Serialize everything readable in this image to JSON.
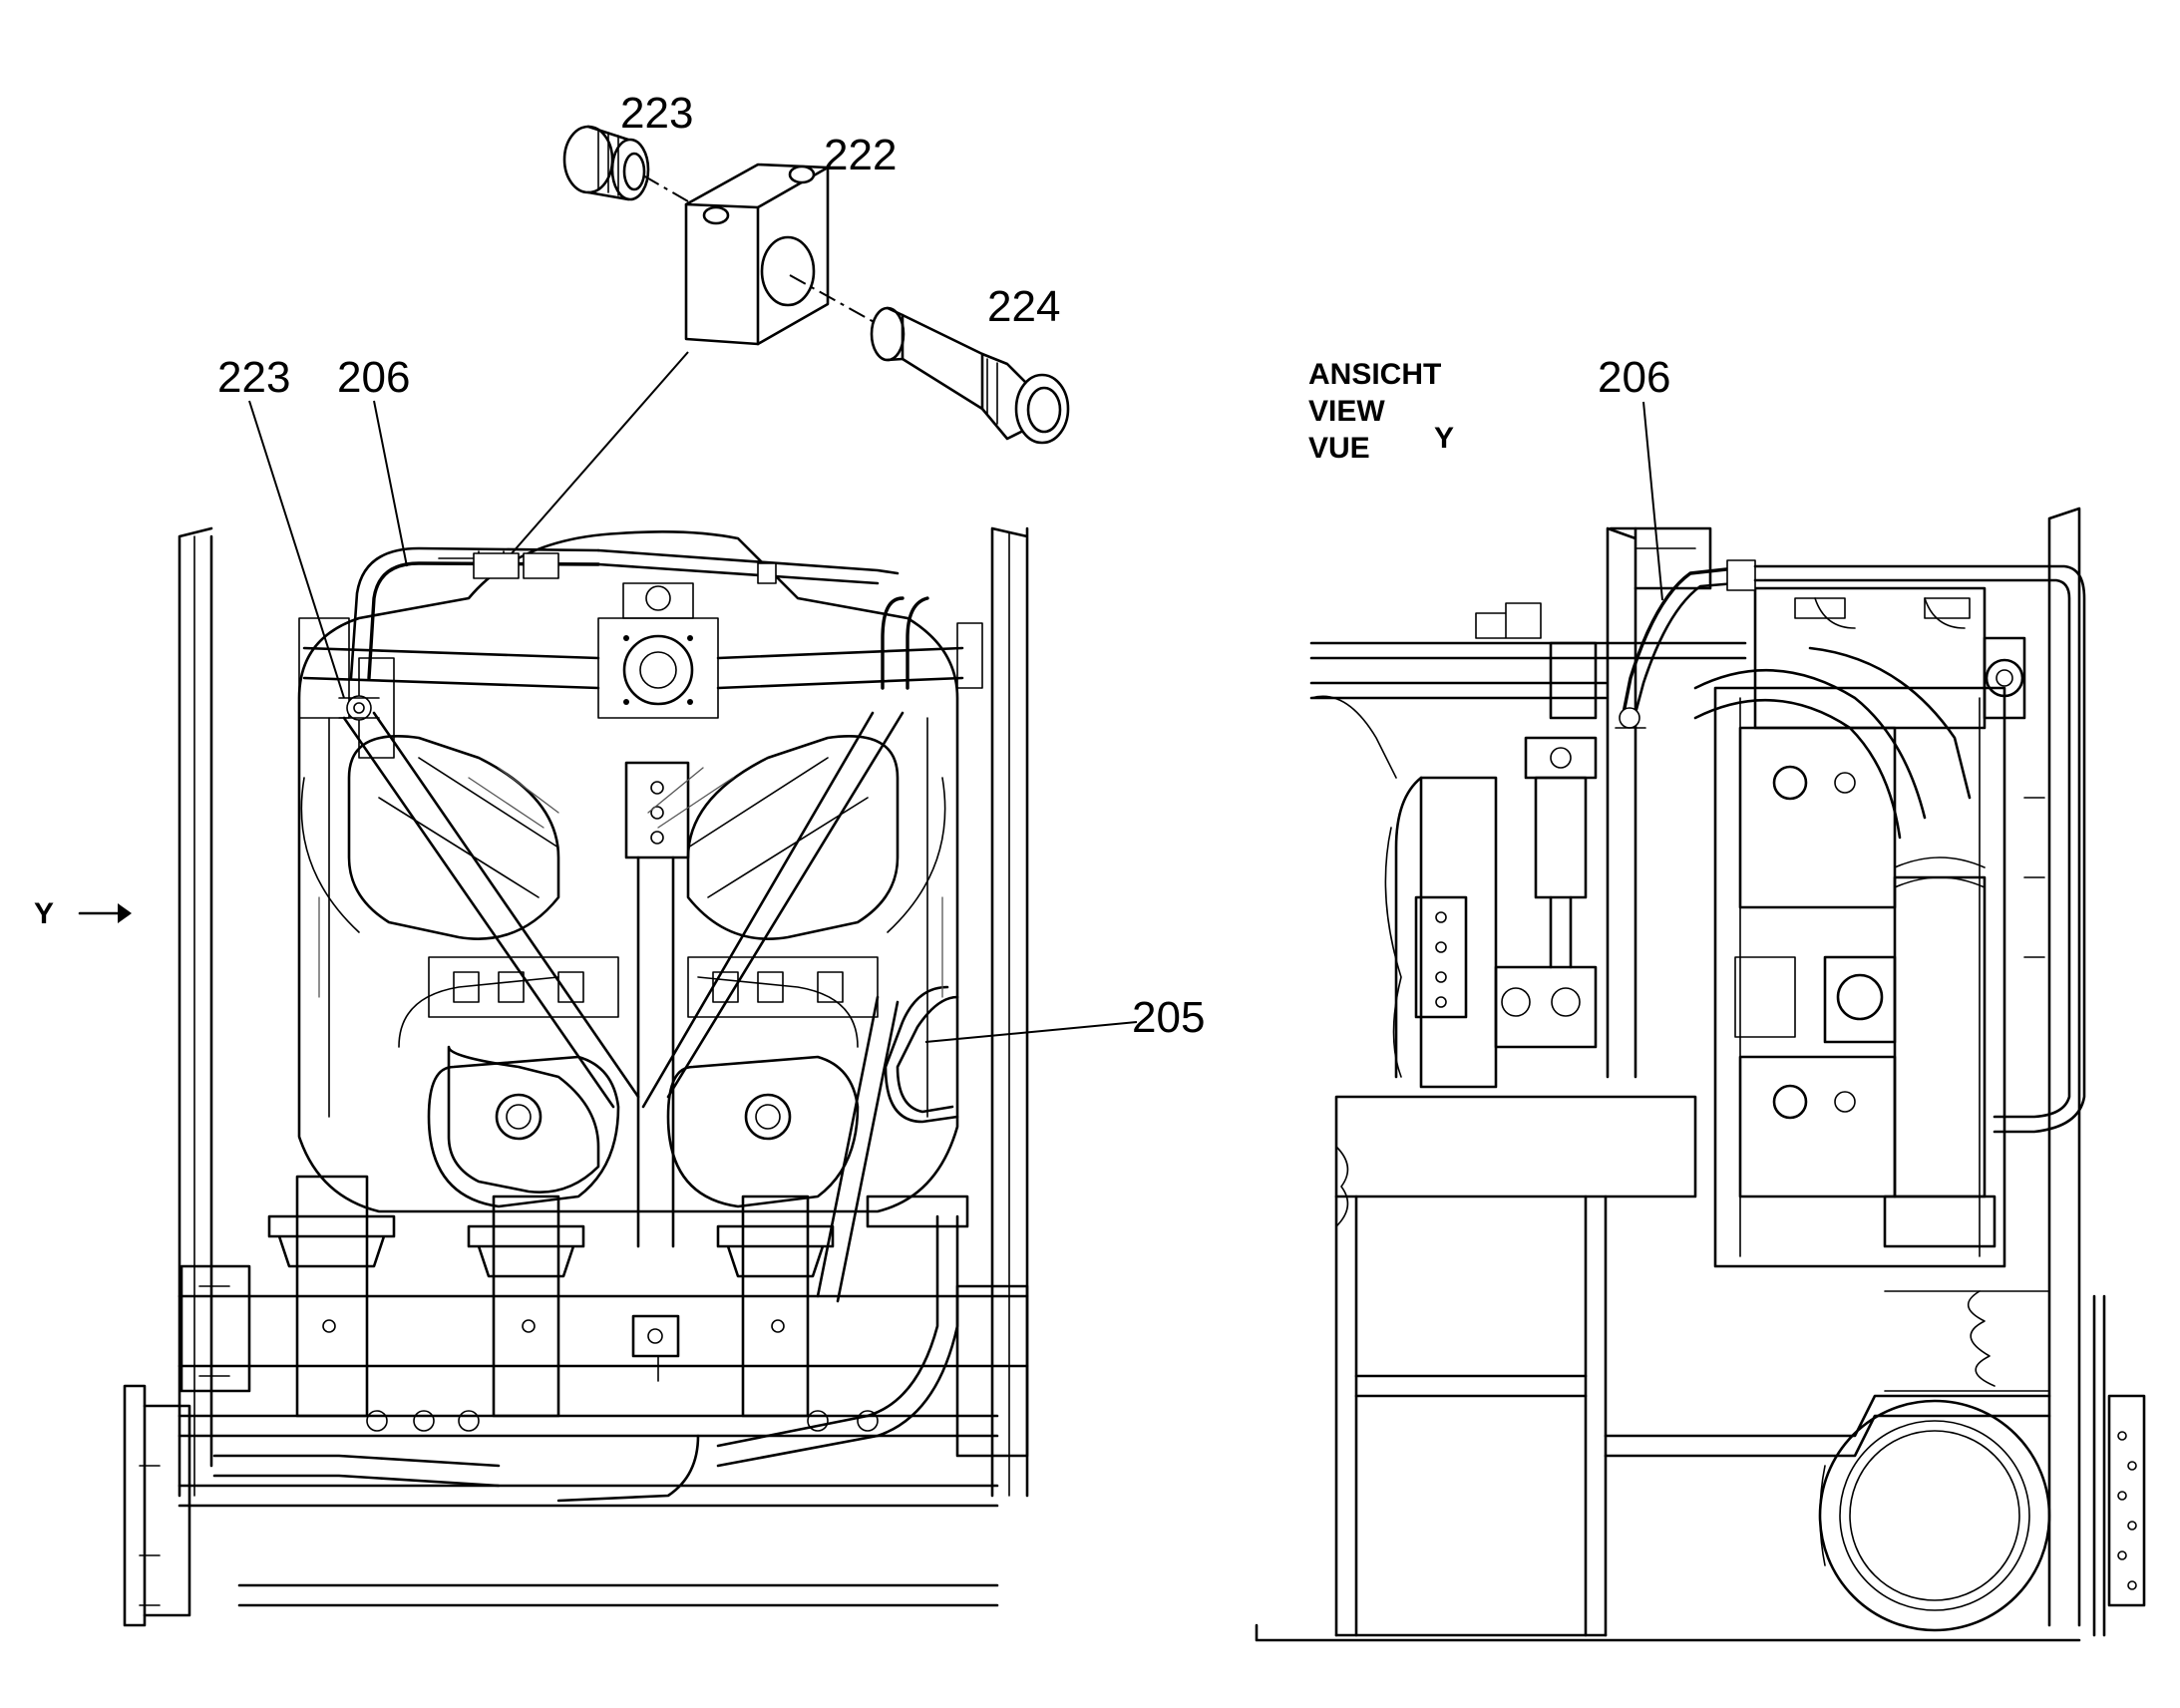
{
  "view_label": {
    "line1": "ANSICHT",
    "line2": "VIEW",
    "line3": "VUE",
    "letter": "Y"
  },
  "view_arrow": {
    "letter": "Y"
  },
  "callouts": {
    "c223_top": "223",
    "c222": "222",
    "c224": "224",
    "c223_left": "223",
    "c206_left": "206",
    "c205": "205",
    "c206_right": "206"
  }
}
